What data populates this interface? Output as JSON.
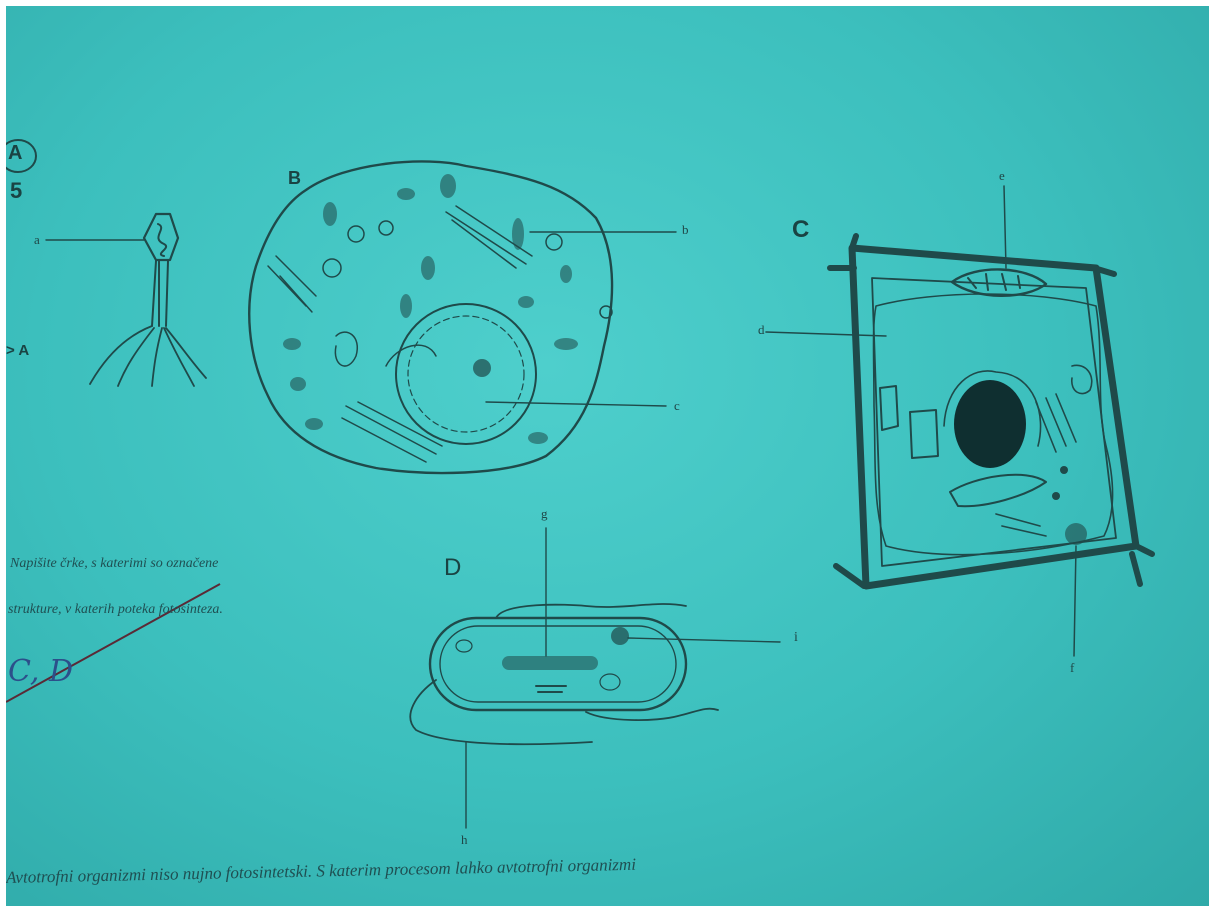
{
  "figure_labels": {
    "A": "A",
    "B": "B",
    "C": "C",
    "D": "D"
  },
  "side_note": "5",
  "pointer_labels": {
    "a": "a",
    "b": "b",
    "c": "c",
    "d": "d",
    "e": "e",
    "f": "f",
    "g": "g",
    "h": "h",
    "i": "i"
  },
  "margin_arrow": "> A",
  "question_text": {
    "line1": "Napišite črke, s katerimi so označene",
    "line2": "strukture, v katerih poteka fotosinteza."
  },
  "handwritten_answer": "C, D",
  "bottom_text": "Avtotrofni organizmi niso nujno fotosintetski. S katerim procesom lahko avtotrofni organizmi",
  "colors": {
    "background": "#3cbfbd",
    "ink": "#1f4a4a",
    "pen": "#5a2a36"
  }
}
